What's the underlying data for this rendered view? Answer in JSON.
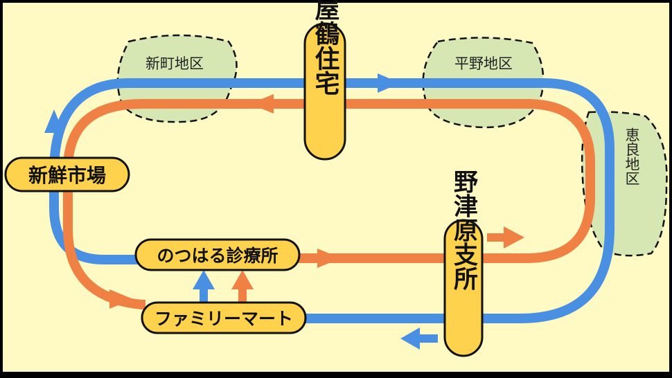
{
  "colors": {
    "background": "#FFF9C4",
    "blue_route": "#4A90E2",
    "orange_route": "#EE8143",
    "stop_fill": "#FFD24D",
    "area_fill": "#D6E7B4"
  },
  "areas": {
    "shinmachi": "新町地区",
    "hirano": "平野地区",
    "era": "恵良地区"
  },
  "stops": {
    "koyazuru": "小屋鶴住宅",
    "shinsen": "新鮮市場",
    "notsuharu_clinic": "のつはる診療所",
    "familymart": "ファミリーマート",
    "notsuharu_branch": "野津原支所"
  }
}
